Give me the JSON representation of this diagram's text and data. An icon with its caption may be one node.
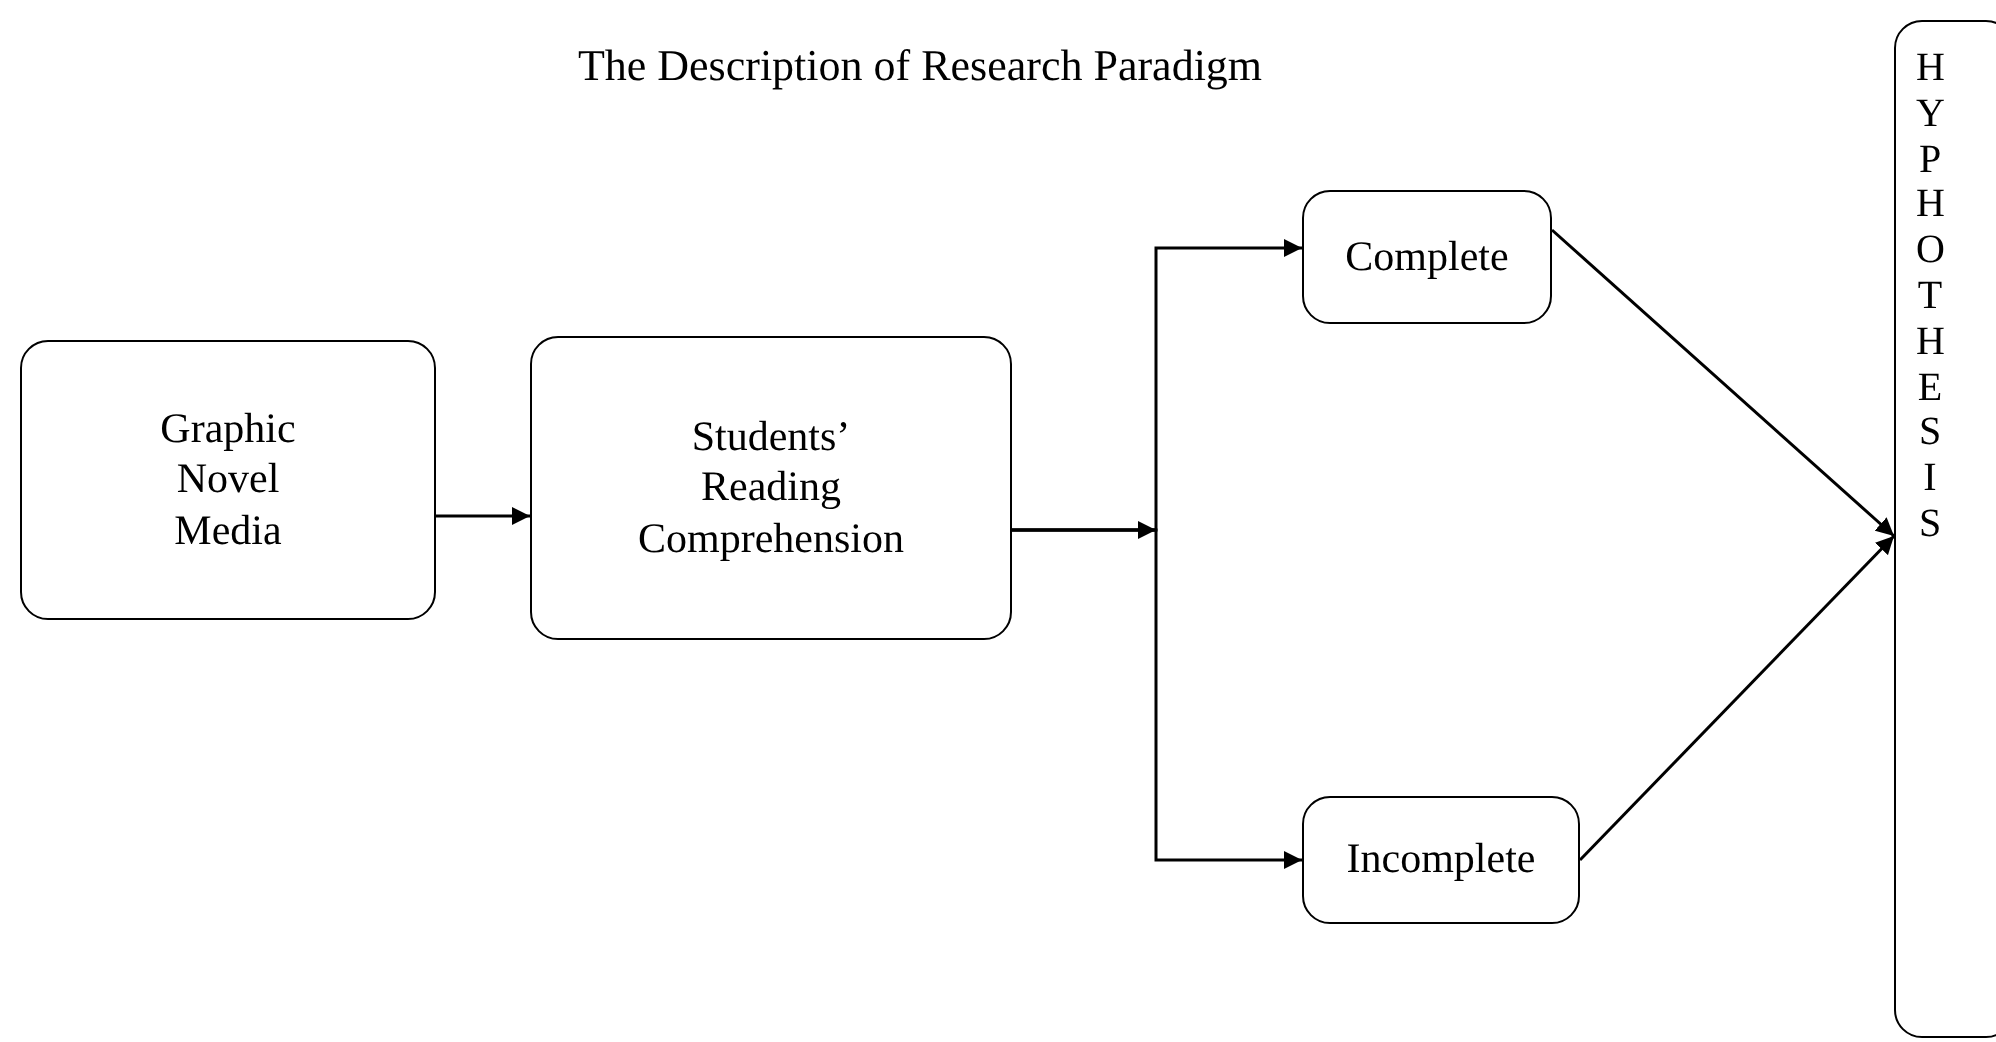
{
  "diagram": {
    "title": "The Description of Research Paradigm",
    "nodes": [
      {
        "text": [
          "Graphic Novel Media"
        ]
      },
      {
        "text": [
          "Students’ Reading Comprehension"
        ]
      },
      {
        "text": [
          "Complete"
        ]
      },
      {
        "text": [
          "Incomplete"
        ]
      },
      {
        "text": [
          "HYPHOTHESIS"
        ]
      }
    ],
    "edges": [
      {
        "from": 0,
        "to": 1,
        "arrow": "to"
      },
      {
        "from": 1,
        "to": 2,
        "arrow": "to"
      },
      {
        "from": 1,
        "to": 3,
        "arrow": "to"
      },
      {
        "from": 2,
        "to": 4,
        "arrow": "to"
      },
      {
        "from": 3,
        "to": 4,
        "arrow": "to"
      }
    ]
  }
}
